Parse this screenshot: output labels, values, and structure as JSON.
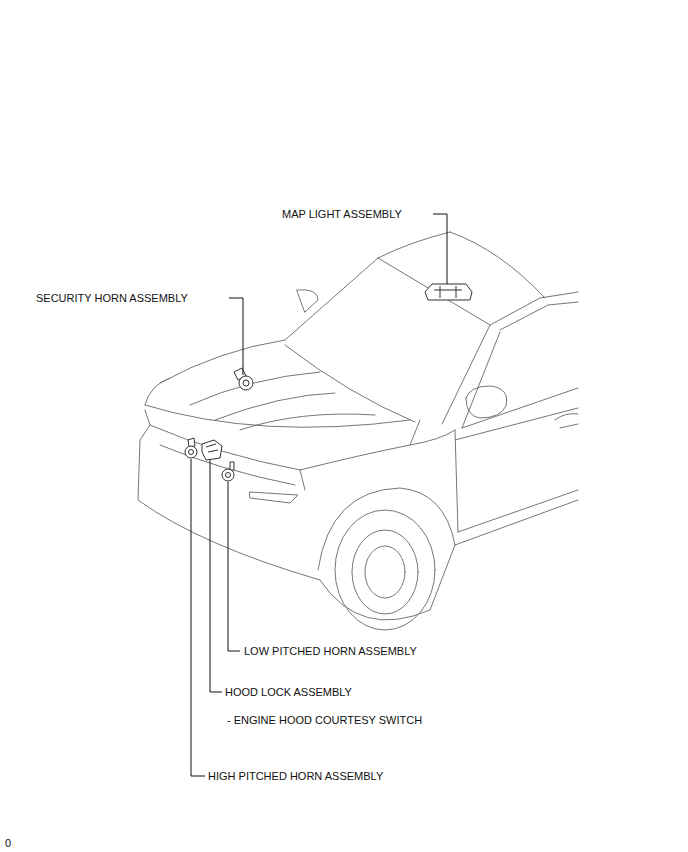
{
  "diagram": {
    "labels": [
      "MAP LIGHT ASSEMBLY",
      "SECURITY HORN ASSEMBLY",
      "LOW PITCHED HORN ASSEMBLY",
      "HOOD LOCK ASSEMBLY",
      "- ENGINE HOOD COURTESY SWITCH",
      "HIGH PITCHED HORN ASSEMBLY",
      "0"
    ]
  }
}
